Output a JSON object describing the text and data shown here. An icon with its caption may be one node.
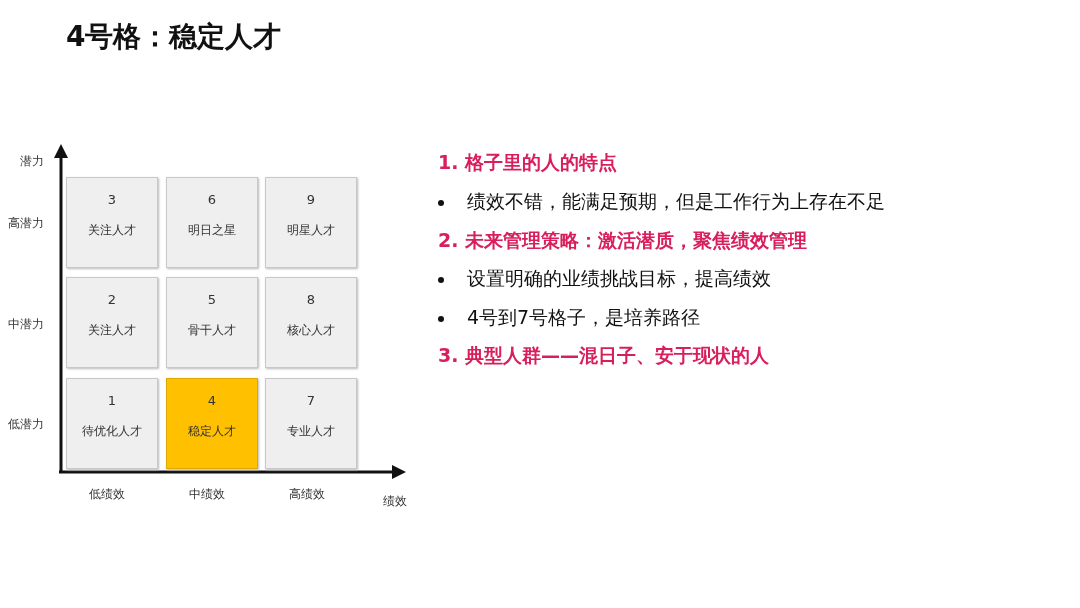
{
  "diagram": {
    "title": "4号格：稳定人才",
    "nodes": [
      {
        "text": [
          "3",
          "关注人才"
        ]
      },
      {
        "text": [
          "6",
          "明日之星"
        ]
      },
      {
        "text": [
          "9",
          "明星人才"
        ]
      },
      {
        "text": [
          "2",
          "关注人才"
        ]
      },
      {
        "text": [
          "5",
          "骨干人才"
        ]
      },
      {
        "text": [
          "8",
          "核心人才"
        ]
      },
      {
        "text": [
          "1",
          "待优化人才"
        ]
      },
      {
        "text": [
          "4",
          "稳定人才"
        ]
      },
      {
        "text": [
          "7",
          "专业人才"
        ]
      }
    ],
    "labels": [
      "潜力",
      "高潜力",
      "中潜力",
      "低潜力",
      "低绩效",
      "中绩效",
      "高绩效",
      "绩效",
      "1. 格子里的人的特点",
      "绩效不错，能满足预期，但是工作行为上存在不足",
      "2. 未来管理策略：激活潜质，聚焦绩效管理",
      "设置明确的业绩挑战目标，提高绩效",
      "4号到7号格子，是培养路径",
      "3. 典型人群——混日子、安于现状的人"
    ]
  }
}
